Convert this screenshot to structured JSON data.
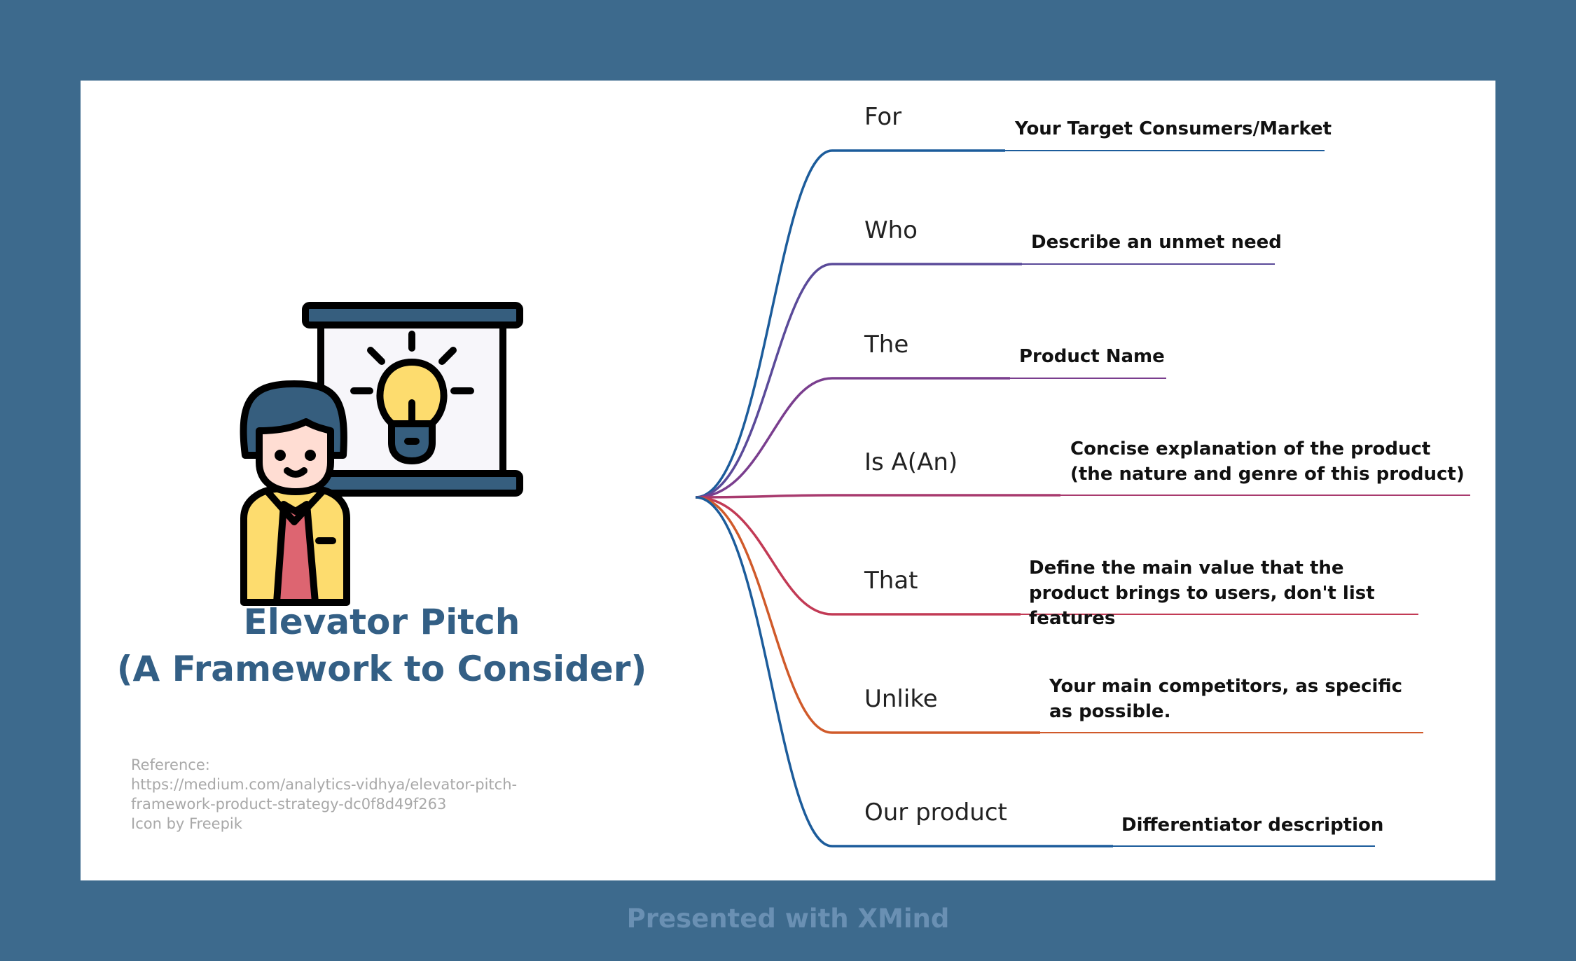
{
  "title": {
    "line1": "Elevator Pitch",
    "line2": "(A Framework to Consider)"
  },
  "reference": {
    "label": "Reference:",
    "url_line1": "https://medium.com/analytics-vidhya/elevator-pitch-",
    "url_line2": "framework-product-strategy-dc0f8d49f263",
    "credit": "Icon by Freepik"
  },
  "branches": [
    {
      "label": "For",
      "desc": "Your Target Consumers/Market",
      "color": "#1c5c9b"
    },
    {
      "label": "Who",
      "desc": "Describe an unmet need",
      "color": "#5a4a99"
    },
    {
      "label": "The",
      "desc": "Product Name",
      "color": "#7a3e8e"
    },
    {
      "label": "Is A(An)",
      "desc": "Concise explanation of the product (the nature and genre of this product)",
      "color": "#a83a6e"
    },
    {
      "label": "That",
      "desc": "Define the main value that the product brings to users, don't list features",
      "color": "#c23a55"
    },
    {
      "label": "Unlike",
      "desc": "Your main competitors, as specific as possible.",
      "color": "#d05a2a"
    },
    {
      "label": "Our product",
      "desc": "Differentiator description",
      "color": "#1c5c9b"
    }
  ],
  "footer": "Presented with XMind"
}
